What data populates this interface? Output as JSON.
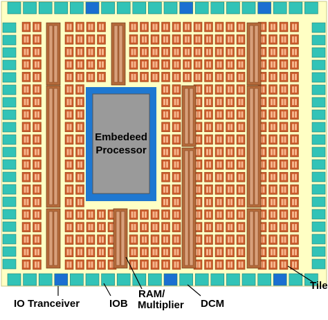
{
  "diagram": {
    "processor": {
      "line1": "Embedeed",
      "line2": "Processor"
    },
    "labels": {
      "tile": "Tile",
      "io": "IO Tranceiver",
      "iob": "IOB",
      "ram_line1": "RAM/",
      "ram_line2": "Multiplier",
      "dcm": "DCM"
    },
    "colors": {
      "die": "#ffffc4",
      "tile": "#c95a2a",
      "tile_inner": "#f6b58c",
      "ram": "#b46a3a",
      "ram_inner": "#d9a07a",
      "iob": "#32c3b7",
      "io_transceiver": "#1b6fd1",
      "processor_border": "#1f78d1",
      "processor_fill": "#9a9a9a"
    }
  }
}
